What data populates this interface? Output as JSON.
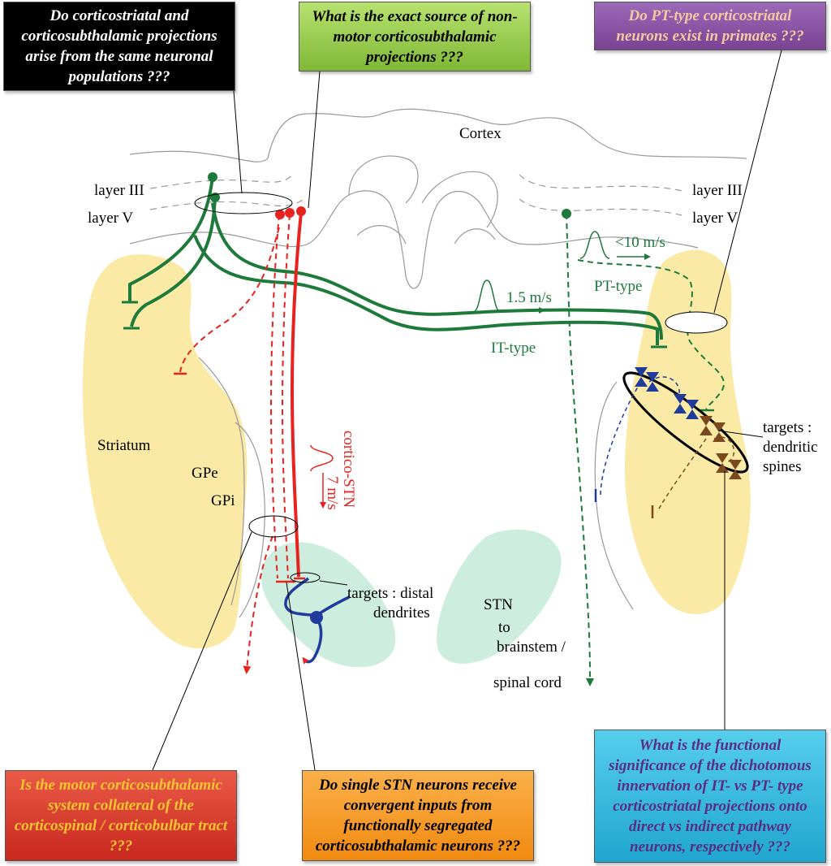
{
  "questions": {
    "q1": "Do corticostriatal and corticosubthalamic projections arise from the same neuronal populations ???",
    "q2": "What is the exact source of non-motor corticosubthalamic projections ???",
    "q3": "Do PT-type corticostriatal neurons exist in primates ???",
    "q4": "Is the motor corticosubthalamic system collateral of the corticospinal / corticobulbar tract ???",
    "q5": "Do single STN neurons receive convergent inputs from functionally segregated corticosubthalamic neurons ???",
    "q6": "What is the functional significance of the dichotomous innervation of IT- vs PT- type corticostriatal projections onto direct vs indirect pathway neurons, respectively ???"
  },
  "labels": {
    "cortex": "Cortex",
    "layer3_left": "layer III",
    "layer5_left": "layer V",
    "layer3_right": "layer III",
    "layer5_right": "layer V",
    "striatum": "Striatum",
    "gpe": "GPe",
    "gpi": "GPi",
    "stn": "STN",
    "speed_it": "1.5 m/s",
    "speed_pt": "<10 m/s",
    "pt_type": "PT-type",
    "it_type": "IT-type",
    "cortico_stn": "cortico-STN",
    "speed_stn": "7 m/s",
    "targets_distal_1": "targets : distal",
    "targets_distal_2": "dendrites",
    "targets_spines_1": "targets :",
    "targets_spines_2": "dendritic",
    "targets_spines_3": "spines",
    "brainstem_1": "to",
    "brainstem_2": "brainstem /",
    "brainstem_3": "spinal cord"
  },
  "colors": {
    "green": "#1d7a3a",
    "red": "#e8231f",
    "blue": "#1f3c9c",
    "brown": "#7a4a1e",
    "striatum_fill": "#faeaa5",
    "stn_fill": "#cdeede",
    "box_black": "#000000",
    "box_green": "#8dc63f",
    "box_purple": "#8e56a8",
    "box_red": "#e03c31",
    "box_orange": "#f7941d",
    "box_cyan": "#29b6d9",
    "text_q3": "#f5c9a0",
    "text_q4": "#f7c531"
  }
}
